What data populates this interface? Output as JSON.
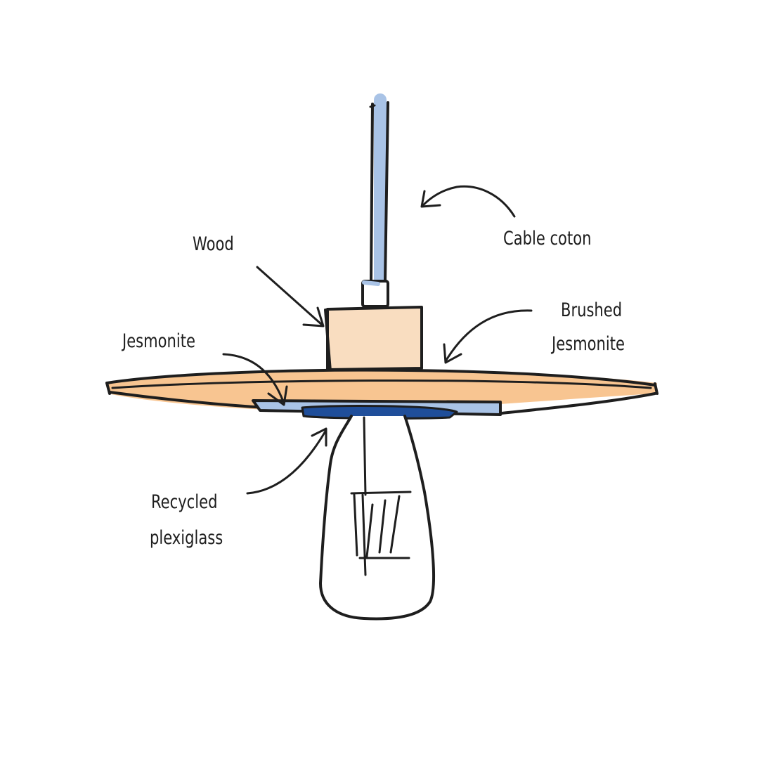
{
  "labels": {
    "wood": "Wood",
    "cable": "Cable coton",
    "jesmonite": "Jesmonite",
    "brushed_line1": "Brushed",
    "brushed_line2": "Jesmonite",
    "recycled_line1": "Recycled",
    "recycled_line2": "plexiglass"
  },
  "colors": {
    "ink": "#1e1e1e",
    "cable": "#a9c3e6",
    "wood": "#f9ddc0",
    "shade": "#f8c591",
    "plexi_light": "#a9c3e6",
    "plexi_dark": "#1f4e9a"
  }
}
